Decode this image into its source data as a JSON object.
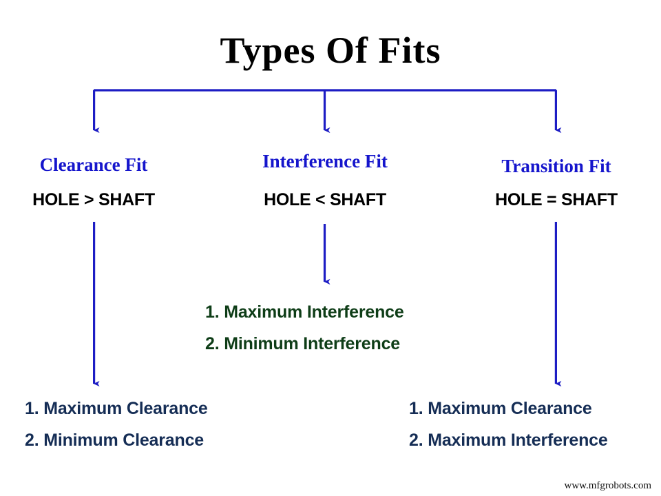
{
  "diagram": {
    "title": "Types Of Fits",
    "accent_blue": "#1515cc",
    "arrow_blue": "#1d1dc4",
    "green": "#0e3d17",
    "navy": "#152d55",
    "background": "#ffffff"
  },
  "branches": {
    "clearance": {
      "title": "Clearance Fit",
      "relation": "HOLE > SHAFT",
      "details": [
        "1. Maximum Clearance",
        "2. Minimum Clearance"
      ]
    },
    "interference": {
      "title": "Interference Fit",
      "relation": "HOLE < SHAFT",
      "details": [
        "1. Maximum Interference",
        "2. Minimum Interference"
      ]
    },
    "transition": {
      "title": "Transition Fit",
      "relation": "HOLE = SHAFT",
      "details": [
        "1. Maximum Clearance",
        "2. Maximum Interference"
      ]
    }
  },
  "footer": {
    "watermark": "www.mfgrobots.com"
  }
}
